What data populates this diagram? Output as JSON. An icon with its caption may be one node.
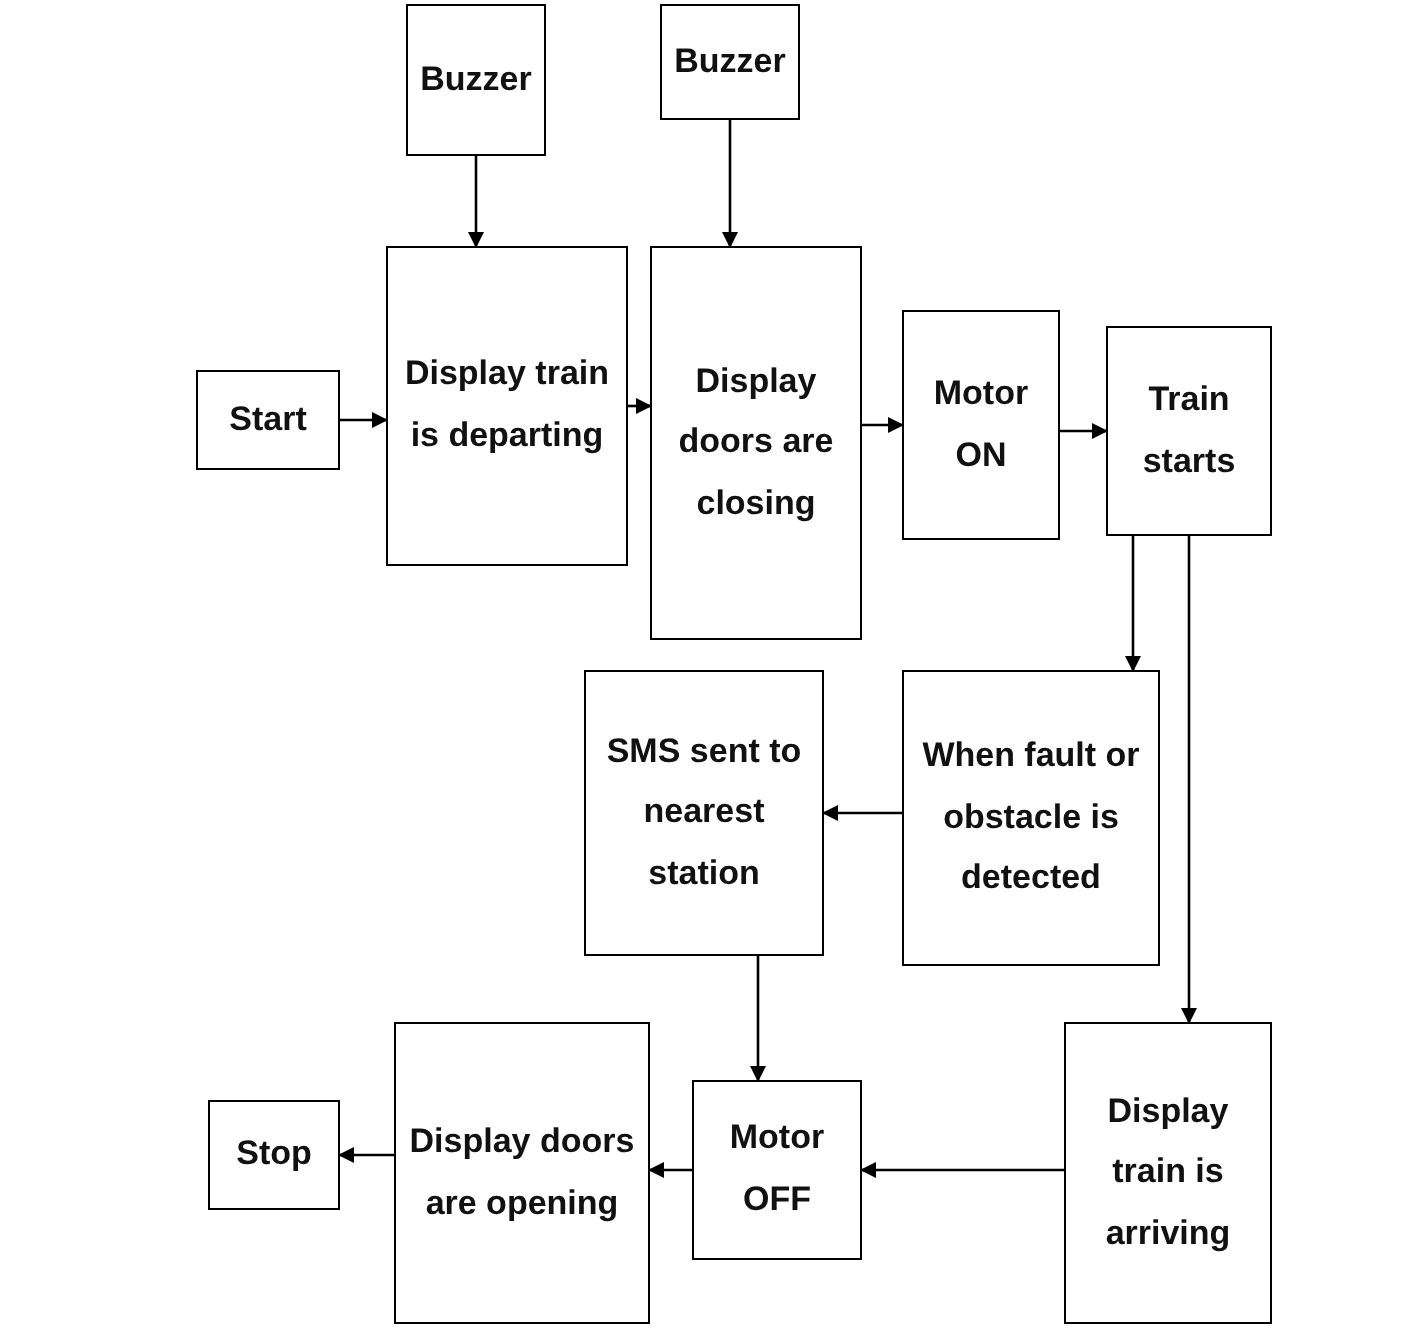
{
  "diagram": {
    "nodes": [
      {
        "text": [
          "Buzzer"
        ]
      },
      {
        "text": [
          "Buzzer"
        ]
      },
      {
        "text": [
          "Start"
        ]
      },
      {
        "text": [
          "Display train is departing"
        ]
      },
      {
        "text": [
          "Display doors are closing"
        ]
      },
      {
        "text": [
          "Motor ON"
        ]
      },
      {
        "text": [
          "Train starts"
        ]
      },
      {
        "text": [
          "SMS sent to nearest station"
        ]
      },
      {
        "text": [
          "When fault or obstacle is detected"
        ]
      },
      {
        "text": [
          "Display train is arriving"
        ]
      },
      {
        "text": [
          "Motor OFF"
        ]
      },
      {
        "text": [
          "Display doors are opening"
        ]
      },
      {
        "text": [
          "Stop"
        ]
      }
    ],
    "edges": [
      {
        "from": 0,
        "to": 3,
        "arrow": "to"
      },
      {
        "from": 1,
        "to": 4,
        "arrow": "to"
      },
      {
        "from": 2,
        "to": 3,
        "arrow": "to"
      },
      {
        "from": 3,
        "to": 4,
        "arrow": "to"
      },
      {
        "from": 4,
        "to": 5,
        "arrow": "to"
      },
      {
        "from": 5,
        "to": 6,
        "arrow": "to"
      },
      {
        "from": 6,
        "to": 8,
        "arrow": "to"
      },
      {
        "from": 6,
        "to": 9,
        "arrow": "to"
      },
      {
        "from": 8,
        "to": 7,
        "arrow": "to"
      },
      {
        "from": 7,
        "to": 10,
        "arrow": "to"
      },
      {
        "from": 9,
        "to": 10,
        "arrow": "to"
      },
      {
        "from": 10,
        "to": 11,
        "arrow": "to"
      },
      {
        "from": 11,
        "to": 12,
        "arrow": "to"
      }
    ]
  }
}
